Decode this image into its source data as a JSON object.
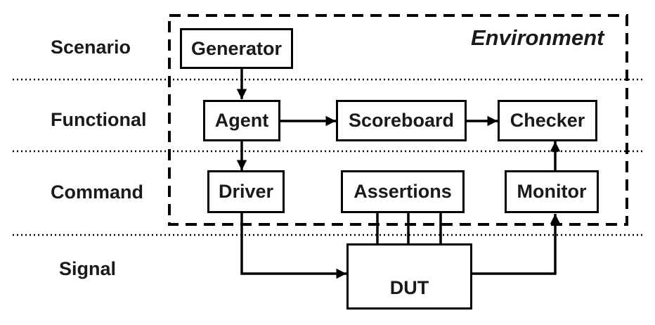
{
  "layers": {
    "scenario": "Scenario",
    "functional": "Functional",
    "command": "Command",
    "signal": "Signal"
  },
  "environment_label": "Environment",
  "blocks": {
    "generator": "Generator",
    "agent": "Agent",
    "scoreboard": "Scoreboard",
    "checker": "Checker",
    "driver": "Driver",
    "assertions": "Assertions",
    "monitor": "Monitor",
    "dut": "DUT"
  },
  "colors": {
    "stroke": "#000000",
    "text": "#1a1a1a",
    "background": "#ffffff"
  }
}
